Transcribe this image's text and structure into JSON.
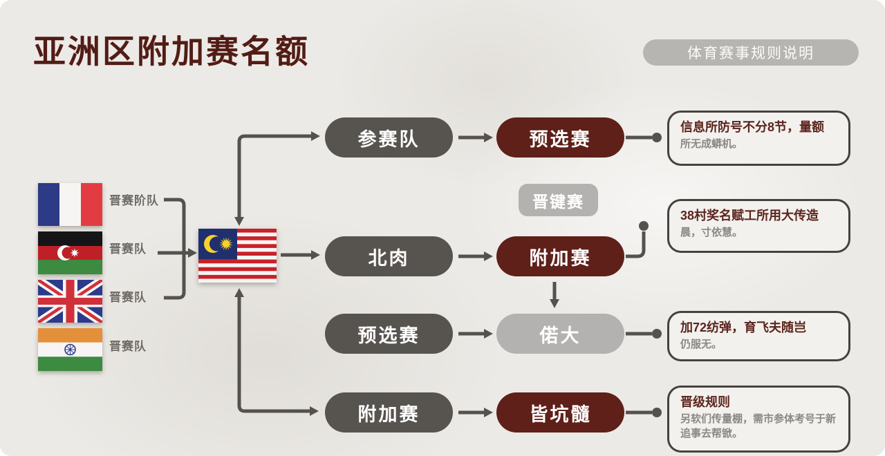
{
  "page": {
    "title": "亚洲区附加赛名额",
    "badge": "体育赛事规则说明"
  },
  "colors": {
    "background": "#eceae6",
    "title_text": "#521c15",
    "maroon_pill": "#5e2018",
    "dark_gray_pill": "#57544f",
    "light_gray_pill": "#b4b2b0",
    "note_border": "#45423e",
    "note_body_text": "#8b8885",
    "connector": "#55524d"
  },
  "teams": [
    {
      "flag": "france-flag",
      "label": "晋赛阶队"
    },
    {
      "flag": "azerbaijan-flag",
      "label": "晋赛队"
    },
    {
      "flag": "uk-flag",
      "label": "晋赛队"
    },
    {
      "flag": "india-flag",
      "label": "晋赛队"
    }
  ],
  "hub": {
    "flag": "malaysia-flag"
  },
  "nodes": {
    "row1_left": "参赛队",
    "row1_right": "预选赛",
    "mid_pill": "晋键赛",
    "row2_left": "北肉",
    "row2_right": "附加赛",
    "row3_left": "预选赛",
    "row3_right": "偌大",
    "row4_left": "附加赛",
    "row4_right": "皆坑髓"
  },
  "notes": [
    {
      "title": "信息所防号不分8节，量额",
      "body": "所无成蟒机。"
    },
    {
      "title": "38村奖名赋工所用大传造",
      "body": "晨，寸依慧。"
    },
    {
      "title": "加72纺弹，育飞夫随岂",
      "body": "仍服无。"
    },
    {
      "title": "晋级规则",
      "body": "另软们传量棚，需市参体考号于新追事去帮锨。"
    }
  ]
}
